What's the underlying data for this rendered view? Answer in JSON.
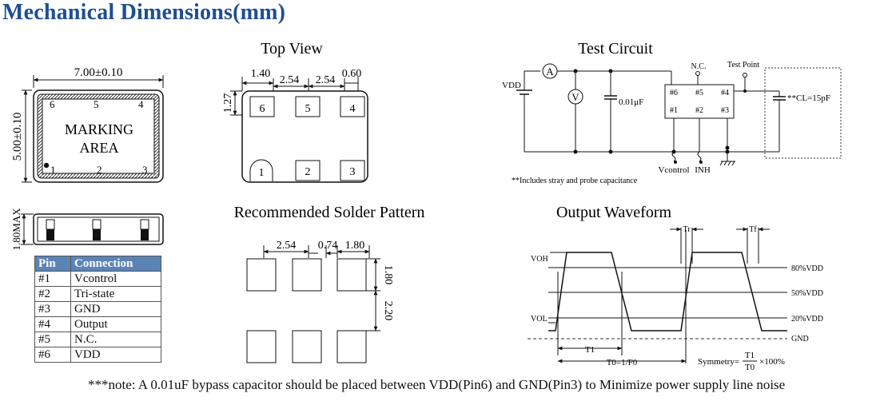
{
  "page_title": "Mechanical Dimensions(mm)",
  "footer_note": "***note: A 0.01uF bypass capacitor should be placed between VDD(Pin6) and GND(Pin3) to Minimize power supply line noise",
  "package": {
    "width_label": "7.00±0.10",
    "height_label": "5.00±0.10",
    "marking": [
      "MARKING",
      "AREA"
    ],
    "pins_top": [
      "6",
      "5",
      "4"
    ],
    "pins_bottom": [
      "1",
      "2",
      "3"
    ],
    "side_label": "1.80MAX"
  },
  "pin_table": {
    "headers": [
      "Pin",
      "Connection"
    ],
    "rows": [
      [
        "#1",
        "Vcontrol"
      ],
      [
        "#2",
        "Tri-state"
      ],
      [
        "#3",
        "GND"
      ],
      [
        "#4",
        "Output"
      ],
      [
        "#5",
        "N.C."
      ],
      [
        "#6",
        "VDD"
      ]
    ]
  },
  "top_view": {
    "title": "Top View",
    "dims": [
      "1.40",
      "2.54",
      "2.54",
      "0.60",
      "1.27"
    ],
    "pins_top": [
      "6",
      "5",
      "4"
    ],
    "pins_bottom": [
      "1",
      "2",
      "3"
    ]
  },
  "solder_pattern": {
    "title": "Recommended Solder  Pattern",
    "dims": [
      "2.54",
      "0.74",
      "1.80",
      "1.80",
      "2.20"
    ]
  },
  "test_circuit": {
    "title": "Test Circuit",
    "labels": {
      "vdd": "VDD",
      "ammeter": "A",
      "voltmeter": "V",
      "cap": "0.01μF",
      "nc": "N.C.",
      "test_point": "Test Point",
      "cl": "**CL=15pF",
      "vcontrol": "Vcontrol",
      "inh": "INH",
      "note": "**Includes stray and probe capacitance"
    },
    "ic_pins": [
      "#6",
      "#5",
      "#4",
      "#1",
      "#2",
      "#3"
    ]
  },
  "output_waveform": {
    "title": "Output Waveform",
    "labels": {
      "voh": "VOH",
      "vol": "VOL",
      "p80": "80%VDD",
      "p50": "50%VDD",
      "p20": "20%VDD",
      "gnd": "GND",
      "tr": "Tr",
      "tf": "Tf",
      "t1": "T1",
      "t0": "T0=1/F0",
      "symmetry": "Symmetry=",
      "sym_num": "T1",
      "sym_den": "T0",
      "sym_tail": "×100%"
    }
  }
}
